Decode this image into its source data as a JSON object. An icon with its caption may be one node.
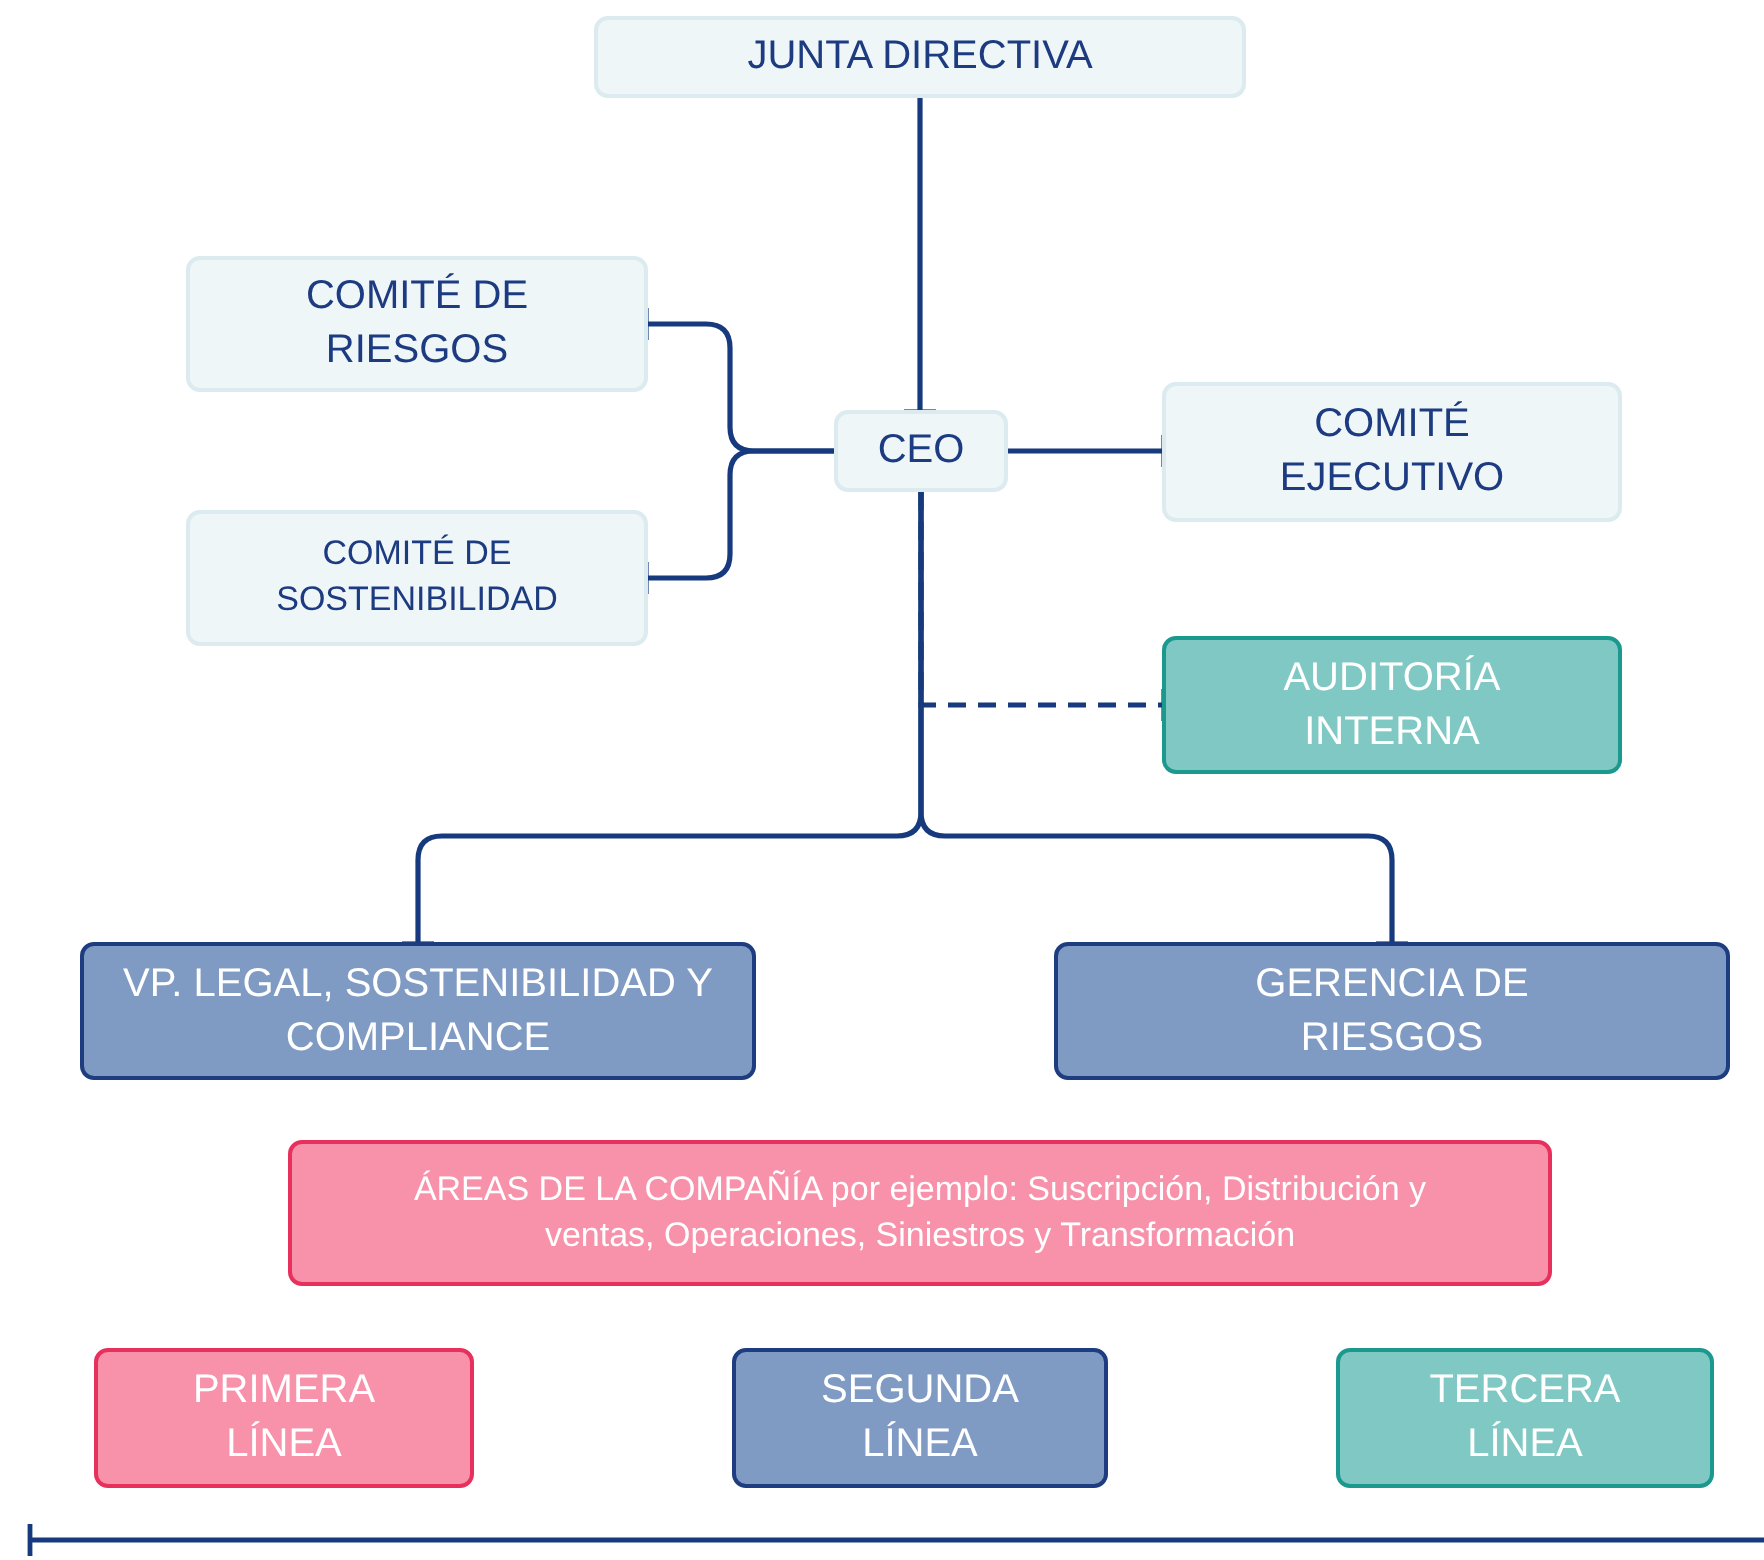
{
  "diagram": {
    "nodes": [
      {
        "text": [
          "JUNTA DIRECTIVA"
        ]
      },
      {
        "text": [
          "COMITÉ DE RIESGOS"
        ]
      },
      {
        "text": [
          "COMITÉ DE SOSTENIBILIDAD"
        ]
      },
      {
        "text": [
          "CEO"
        ]
      },
      {
        "text": [
          "COMITÉ EJECUTIVO"
        ]
      },
      {
        "text": [
          "AUDITORÍA INTERNA"
        ]
      },
      {
        "text": [
          "VP. LEGAL, SOSTENIBILIDAD Y COMPLIANCE"
        ]
      },
      {
        "text": [
          "GERENCIA DE RIESGOS"
        ]
      },
      {
        "text": [
          "ÁREAS DE LA COMPAÑÍA por ejemplo: Suscripción, Distribución y ventas, Operaciones, Siniestros y Transformación"
        ]
      },
      {
        "text": [
          "PRIMERA LÍNEA"
        ]
      },
      {
        "text": [
          "SEGUNDA LÍNEA"
        ]
      },
      {
        "text": [
          "TERCERA LÍNEA"
        ]
      }
    ],
    "edges": [
      {
        "from": 0,
        "to": 3,
        "arrow": "other"
      },
      {
        "from": 3,
        "to": 1,
        "arrow": "other"
      },
      {
        "from": 3,
        "to": 2,
        "arrow": "other"
      },
      {
        "from": 3,
        "to": 4,
        "arrow": "other"
      },
      {
        "from": 3,
        "to": 5,
        "arrow": "other",
        "style": "dashed"
      },
      {
        "from": 3,
        "to": 6,
        "arrow": "other"
      },
      {
        "from": 3,
        "to": 7,
        "arrow": "other"
      }
    ]
  }
}
